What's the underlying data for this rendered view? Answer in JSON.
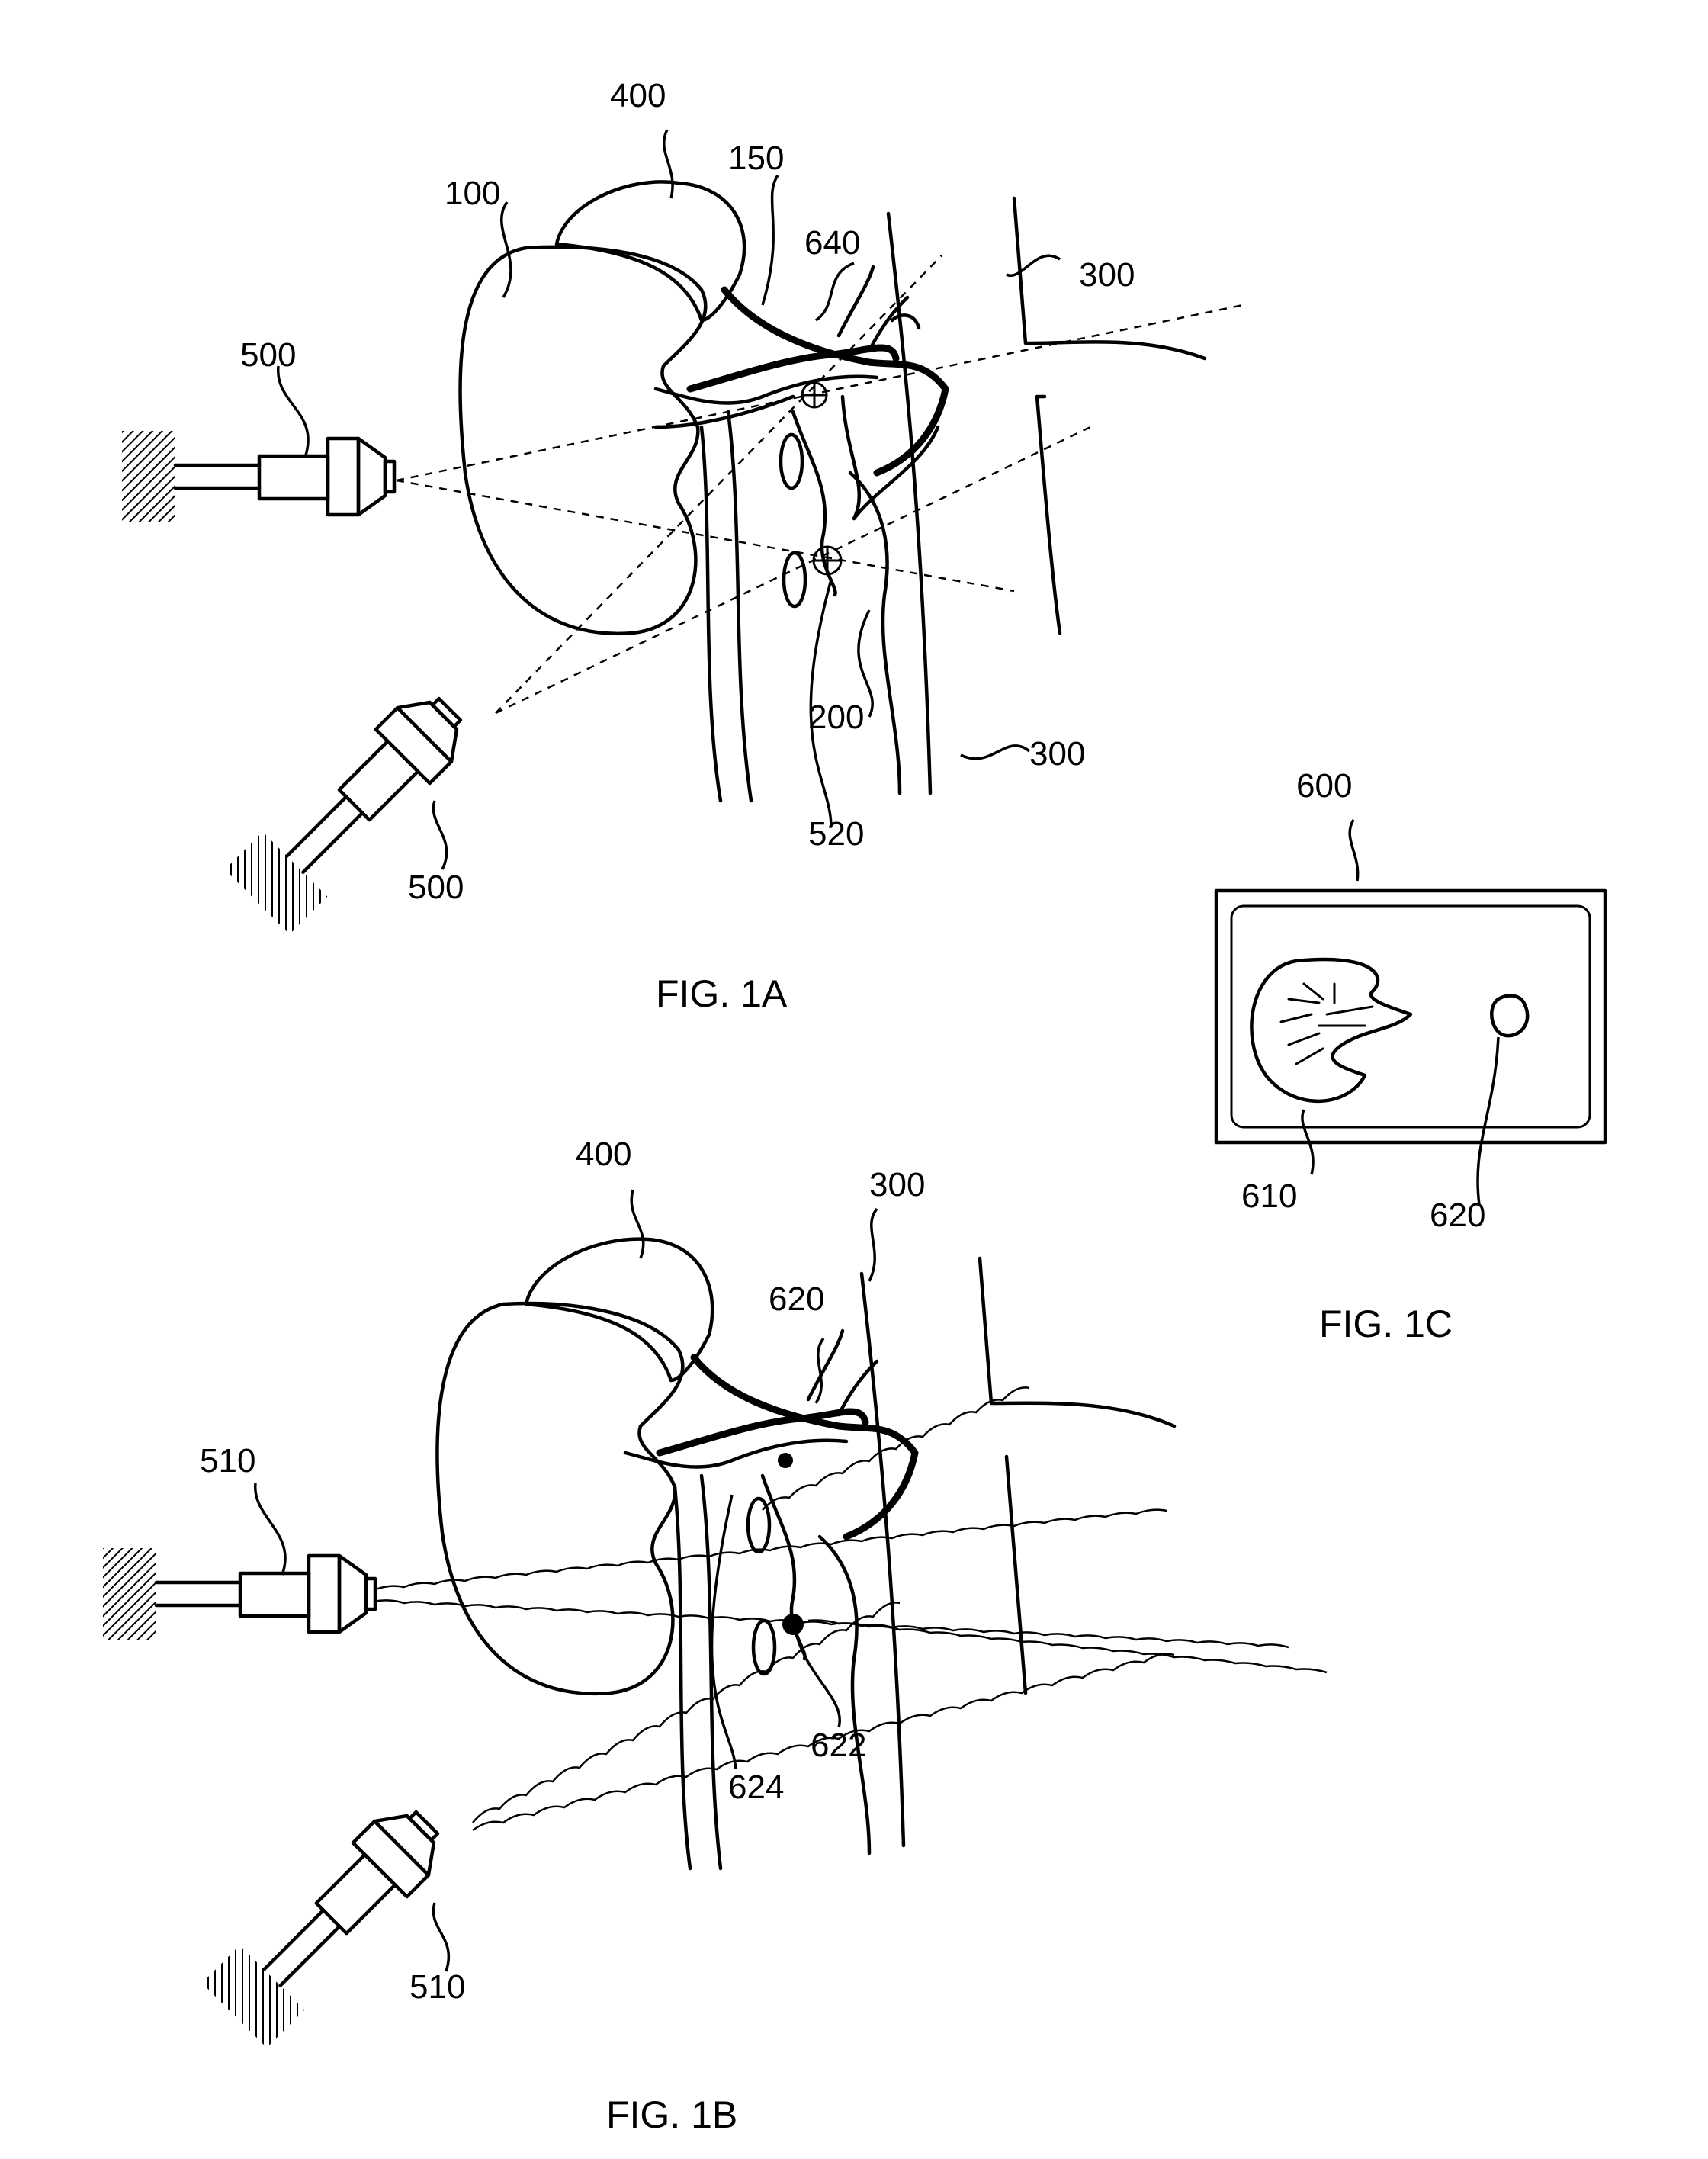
{
  "figures": {
    "fig1a": {
      "caption": "FIG. 1A",
      "labels": {
        "l400": "400",
        "l150": "150",
        "l100": "100",
        "l640": "640",
        "l300a": "300",
        "l500a": "500",
        "l200": "200",
        "l300b": "300",
        "l520": "520",
        "l500b": "500"
      }
    },
    "fig1b": {
      "caption": "FIG. 1B",
      "labels": {
        "l400": "400",
        "l300": "300",
        "l620": "620",
        "l510a": "510",
        "l624": "624",
        "l622": "622",
        "l510b": "510"
      }
    },
    "fig1c": {
      "caption": "FIG. 1C",
      "labels": {
        "l600": "600",
        "l610": "610",
        "l620": "620"
      }
    }
  }
}
